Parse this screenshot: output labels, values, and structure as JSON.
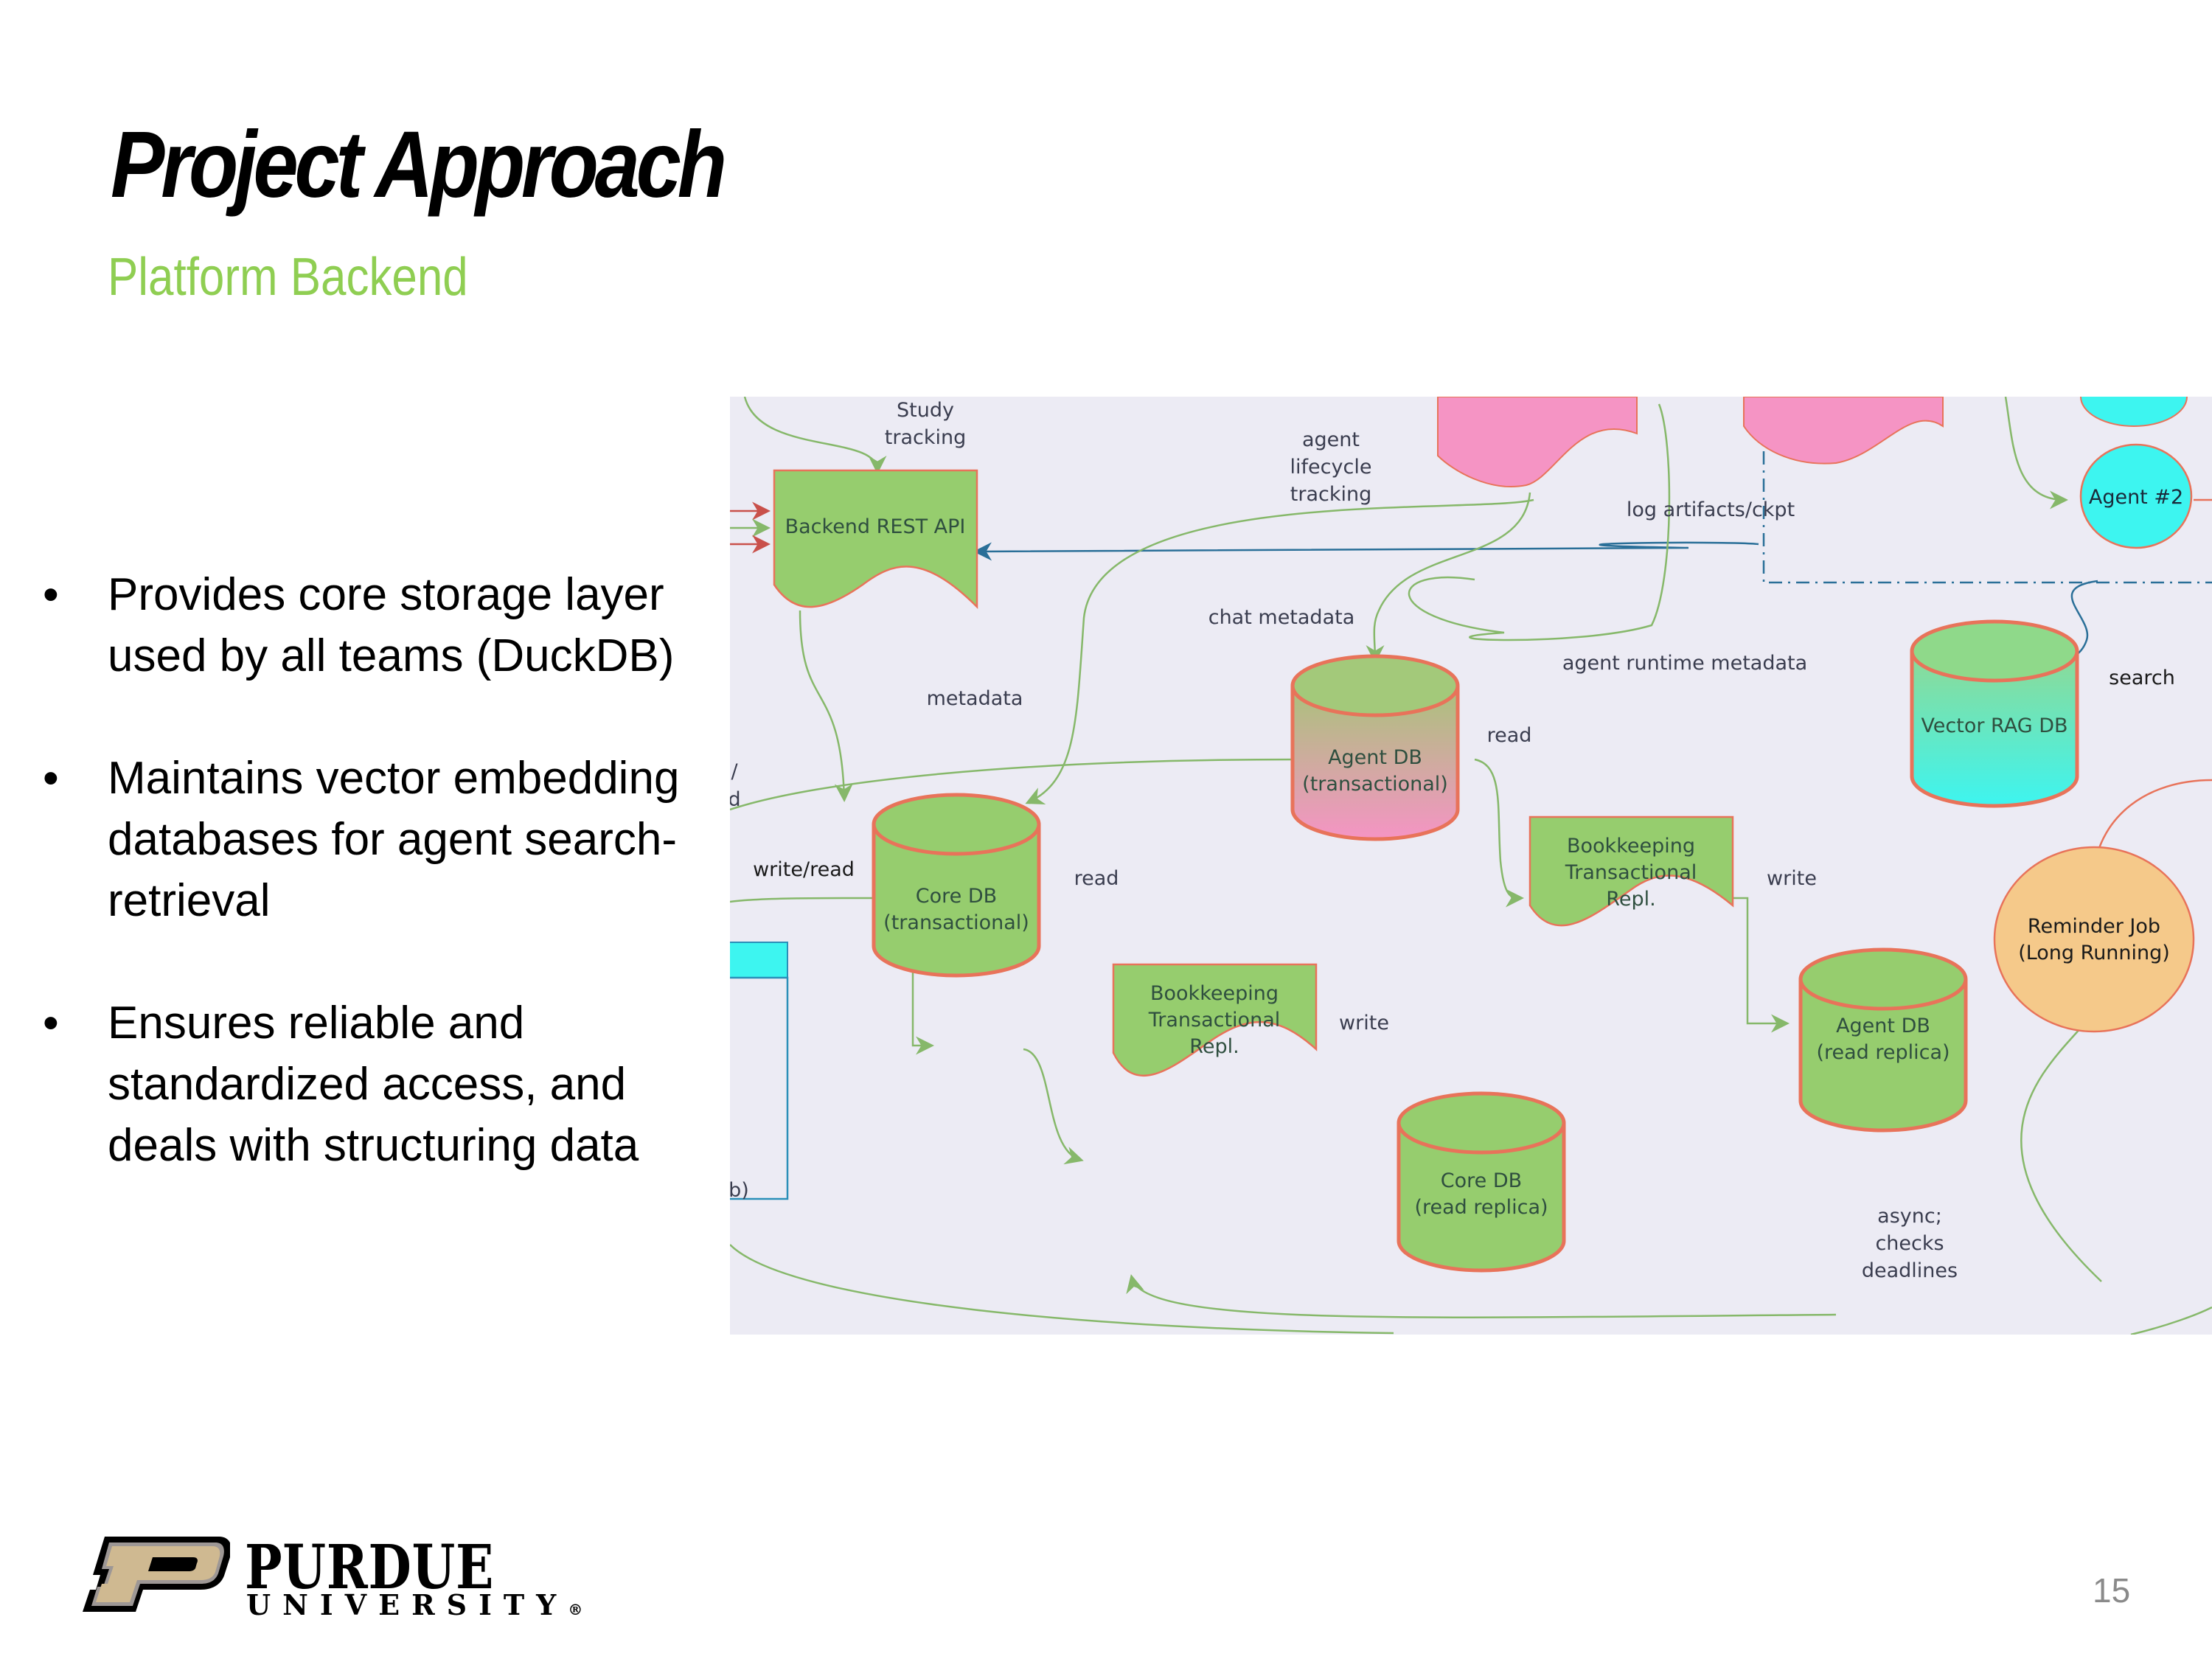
{
  "slide": {
    "title": "Project Approach",
    "subtitle": "Platform Backend",
    "page_number": "15",
    "bullets": [
      {
        "symbol": "•",
        "text": "Provides core storage layer used by all teams (DuckDB)"
      },
      {
        "symbol": "•",
        "text": "Maintains vector embedding databases for agent search-retrieval"
      },
      {
        "symbol": "•",
        "text": "Ensures reliable and standardized access, and deals with structuring data"
      }
    ],
    "logo": {
      "wordmark": "PURDUE",
      "subline": "UNIVERSITY",
      "registered": "®"
    },
    "colors": {
      "accent_green": "#8fce52",
      "node_green": "#96cd6e",
      "node_pink": "#f594c4",
      "node_cyan": "#3df5f0",
      "node_orange": "#f5c98a",
      "stroke_red": "#e8735a",
      "edge_green": "#86b86a",
      "edge_blue": "#2a6f98",
      "diagram_bg": "#ecebf4",
      "logo_gold": "#cfb991"
    }
  },
  "diagram": {
    "nodes": [
      {
        "id": "backend-rest-api",
        "label": [
          "Backend REST API"
        ],
        "shape": "document",
        "color": "green"
      },
      {
        "id": "core-db-transactional",
        "label": [
          "Core DB",
          "(transactional)"
        ],
        "shape": "cylinder",
        "color": "green"
      },
      {
        "id": "agent-db-transactional",
        "label": [
          "Agent DB",
          "(transactional)"
        ],
        "shape": "cylinder",
        "color": "green-pink"
      },
      {
        "id": "bookkeeping-repl-1",
        "label": [
          "Bookkeeping",
          "Transactional",
          "Repl."
        ],
        "shape": "document",
        "color": "green"
      },
      {
        "id": "bookkeeping-repl-2",
        "label": [
          "Bookkeeping",
          "Transactional",
          "Repl."
        ],
        "shape": "document",
        "color": "green"
      },
      {
        "id": "core-db-replica",
        "label": [
          "Core DB",
          "(read replica)"
        ],
        "shape": "cylinder",
        "color": "green"
      },
      {
        "id": "agent-db-replica",
        "label": [
          "Agent DB",
          "(read replica)"
        ],
        "shape": "cylinder",
        "color": "green"
      },
      {
        "id": "vector-rag-db",
        "label": [
          "Vector RAG DB"
        ],
        "shape": "cylinder",
        "color": "green-cyan"
      },
      {
        "id": "agent-2",
        "label": [
          "Agent #2"
        ],
        "shape": "ellipse",
        "color": "cyan"
      },
      {
        "id": "reminder-job",
        "label": [
          "Reminder Job",
          "(Long Running)"
        ],
        "shape": "ellipse",
        "color": "orange"
      }
    ],
    "edge_labels": {
      "study_tracking": [
        "Study",
        "tracking"
      ],
      "agent_lifecycle": [
        "agent",
        "lifecycle",
        "tracking"
      ],
      "log_artifacts": "log artifacts/ckpt",
      "chat_metadata": "chat metadata",
      "agent_runtime_metadata": "agent runtime metadata",
      "metadata": "metadata",
      "read_agentdb": "read",
      "write_read": "write/read",
      "read_coredb": "read",
      "write_1": "write",
      "write_2": "write",
      "search": "search",
      "async_checks": [
        "async;",
        "checks",
        "deadlines"
      ],
      "cut_left_1": "/",
      "cut_left_2": "d",
      "cut_left_3": "b)"
    }
  }
}
